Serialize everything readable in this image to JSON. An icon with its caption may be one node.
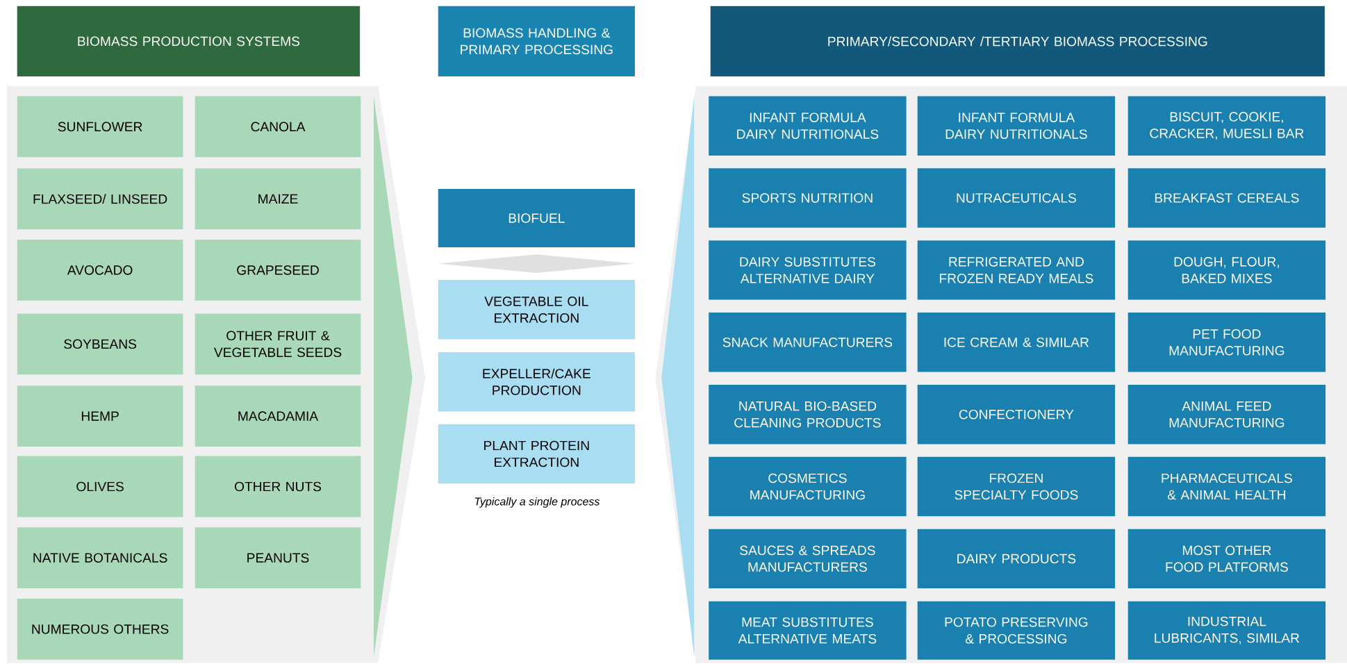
{
  "diagram": {
    "nodes": [
      {
        "text": [
          "BIOMASS PRODUCTION SYSTEMS"
        ]
      },
      {
        "text": [
          "BIOMASS HANDLING & PRIMARY PROCESSING"
        ]
      },
      {
        "text": [
          "PRIMARY/SECONDARY /TERTIARY BIOMASS PROCESSING"
        ]
      },
      {
        "text": [
          "SUNFLOWER"
        ]
      },
      {
        "text": [
          "CANOLA"
        ]
      },
      {
        "text": [
          "FLAXSEED/ LINSEED"
        ]
      },
      {
        "text": [
          "MAIZE"
        ]
      },
      {
        "text": [
          "AVOCADO"
        ]
      },
      {
        "text": [
          "GRAPESEED"
        ]
      },
      {
        "text": [
          "SOYBEANS"
        ]
      },
      {
        "text": [
          "OTHER FRUIT & VEGETABLE SEEDS"
        ]
      },
      {
        "text": [
          "HEMP"
        ]
      },
      {
        "text": [
          "MACADAMIA"
        ]
      },
      {
        "text": [
          "OLIVES"
        ]
      },
      {
        "text": [
          "OTHER NUTS"
        ]
      },
      {
        "text": [
          "NATIVE BOTANICALS"
        ]
      },
      {
        "text": [
          "PEANUTS"
        ]
      },
      {
        "text": [
          "NUMEROUS OTHERS"
        ]
      },
      {
        "text": [
          "BIOFUEL"
        ]
      },
      {
        "text": [],
        "shape": "diamond"
      },
      {
        "text": [
          "VEGETABLE OIL EXTRACTION"
        ]
      },
      {
        "text": [
          "EXPELLER/CAKE PRODUCTION"
        ]
      },
      {
        "text": [
          "PLANT PROTEIN EXTRACTION"
        ]
      },
      {
        "text": [
          "INFANT FORMULA DAIRY NUTRITIONALS"
        ]
      },
      {
        "text": [
          "INFANT FORMULA DAIRY NUTRITIONALS"
        ]
      },
      {
        "text": [
          "BISCUIT, COOKIE, CRACKER, MUESLI BAR"
        ]
      },
      {
        "text": [
          "SPORTS NUTRITION"
        ]
      },
      {
        "text": [
          "NUTRACEUTICALS"
        ]
      },
      {
        "text": [
          "BREAKFAST CEREALS"
        ]
      },
      {
        "text": [
          "DAIRY SUBSTITUTES ALTERNATIVE DAIRY"
        ]
      },
      {
        "text": [
          "REFRIGERATED AND FROZEN READY MEALS"
        ]
      },
      {
        "text": [
          "DOUGH, FLOUR, BAKED MIXES"
        ]
      },
      {
        "text": [
          "SNACK MANUFACTURERS"
        ]
      },
      {
        "text": [
          "ICE CREAM & SIMILAR"
        ]
      },
      {
        "text": [
          "PET FOOD MANUFACTURING"
        ]
      },
      {
        "text": [
          "NATURAL BIO-BASED CLEANING PRODUCTS"
        ]
      },
      {
        "text": [
          "CONFECTIONERY"
        ]
      },
      {
        "text": [
          "ANIMAL FEED MANUFACTURING"
        ]
      },
      {
        "text": [
          "COSMETICS MANUFACTURING"
        ]
      },
      {
        "text": [
          "FROZEN SPECIALTY FOODS"
        ]
      },
      {
        "text": [
          "PHARMACEUTICALS & ANIMAL HEALTH"
        ]
      },
      {
        "text": [
          "SAUCES & SPREADS MANUFACTURERS"
        ]
      },
      {
        "text": [
          "DAIRY PRODUCTS"
        ]
      },
      {
        "text": [
          "MOST OTHER FOOD PLATFORMS"
        ]
      },
      {
        "text": [
          "MEAT SUBSTITUTES ALTERNATIVE MEATS"
        ]
      },
      {
        "text": [
          "POTATO PRESERVING & PROCESSING"
        ]
      },
      {
        "text": [
          "INDUSTRIAL LUBRICANTS, SIMILAR"
        ]
      }
    ],
    "labels": [
      "Typically a single process"
    ]
  }
}
